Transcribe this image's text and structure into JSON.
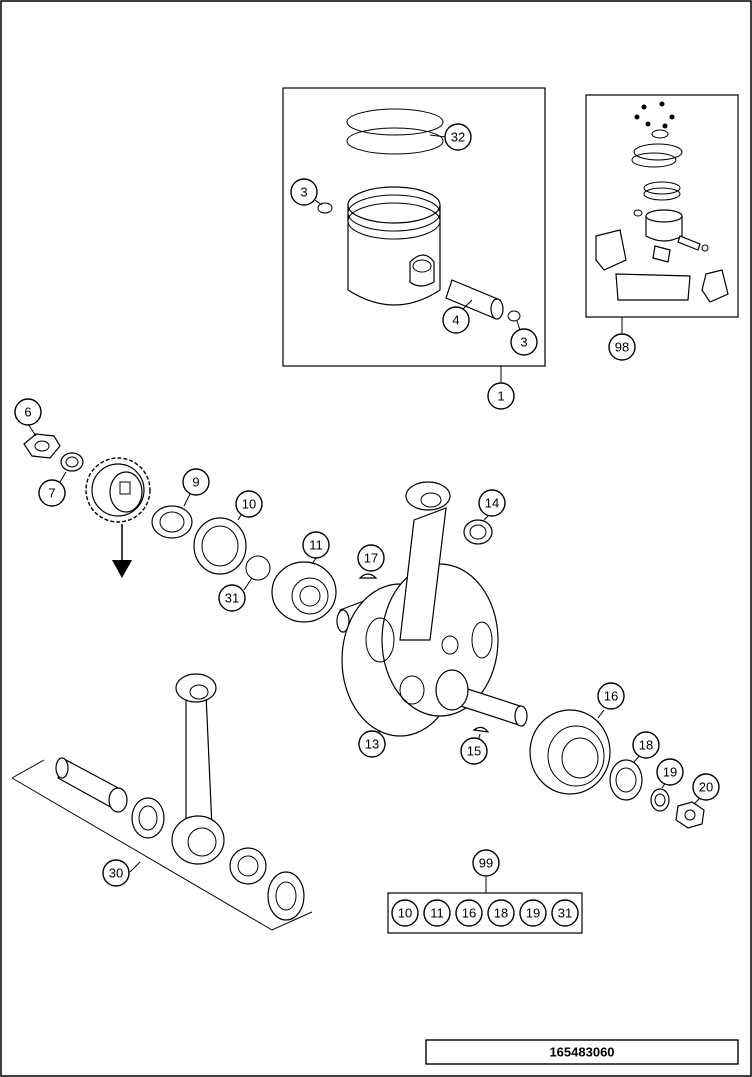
{
  "callouts": {
    "c1": "1",
    "c3a": "3",
    "c3b": "3",
    "c4": "4",
    "c32": "32",
    "c98": "98",
    "c6": "6",
    "c7": "7",
    "c9": "9",
    "c10": "10",
    "c11": "11",
    "c31": "31",
    "c14": "14",
    "c17": "17",
    "c13": "13",
    "c15": "15",
    "c16": "16",
    "c18": "18",
    "c19": "19",
    "c20": "20",
    "c30": "30",
    "c99": "99"
  },
  "kit_99_items": [
    "10",
    "11",
    "16",
    "18",
    "19",
    "31"
  ],
  "document_number": "165483060"
}
